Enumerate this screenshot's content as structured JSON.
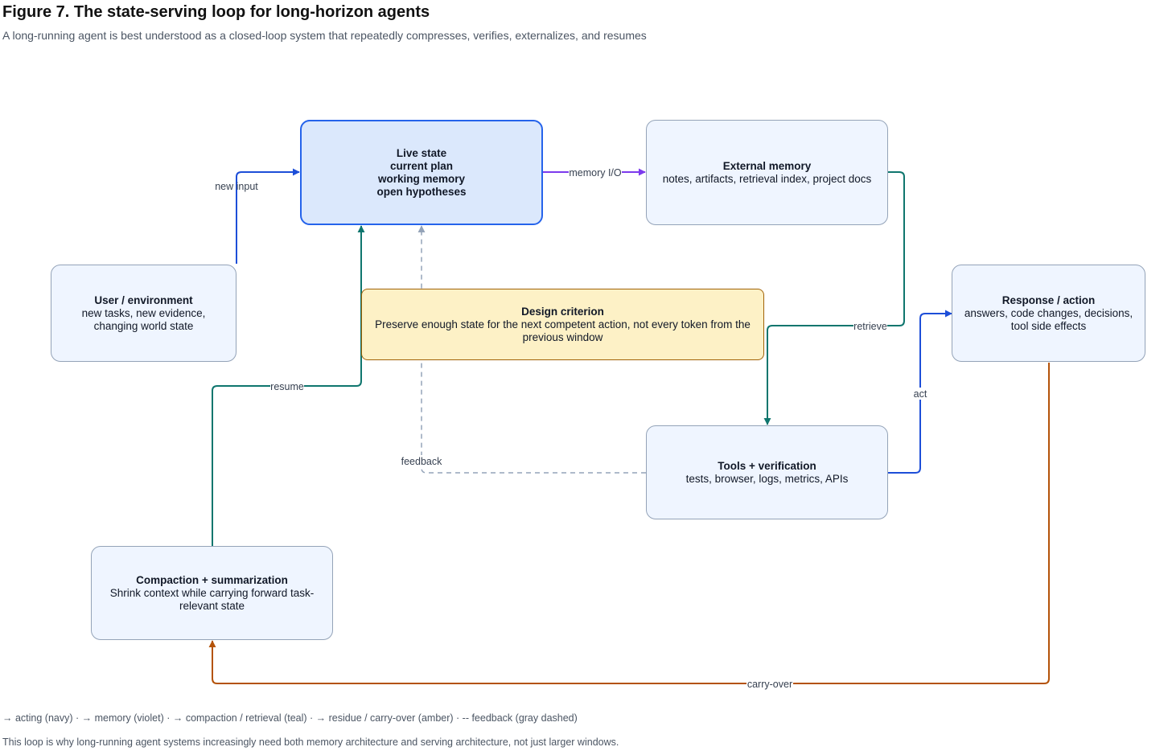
{
  "header": {
    "title": "Figure 7. The state-serving loop for long-horizon agents",
    "subtitle": "A long-running agent is best understood as a closed-loop system that repeatedly compresses, verifies, externalizes, and resumes"
  },
  "nodes": {
    "live_state": {
      "lines": [
        "Live state",
        "current plan",
        "working memory",
        "open hypotheses"
      ]
    },
    "external_memory": {
      "title": "External memory",
      "desc": "notes, artifacts, retrieval index, project docs"
    },
    "user_env": {
      "title": "User / environment",
      "desc": "new tasks, new evidence, changing world state"
    },
    "design": {
      "title": "Design criterion",
      "desc": "Preserve enough state for the next competent action, not every token from the previous window"
    },
    "response": {
      "title": "Response / action",
      "desc": "answers, code changes, decisions, tool side effects"
    },
    "tools": {
      "title": "Tools + verification",
      "desc": "tests, browser, logs, metrics, APIs"
    },
    "compaction": {
      "title": "Compaction + summarization",
      "desc": "Shrink context while carrying forward task-relevant state"
    }
  },
  "edges": {
    "new_input": "new input",
    "memory_io": "memory I/O",
    "retrieve": "retrieve",
    "act": "act",
    "feedback": "feedback",
    "resume": "resume",
    "carry_over": "carry-over"
  },
  "colors": {
    "navy": "#1d4ed8",
    "violet": "#7c3aed",
    "teal": "#0f766e",
    "amber": "#b45309",
    "gray": "#94a3b8"
  },
  "legend": "→ acting (navy) · → memory (violet) · → compaction / retrieval (teal) · → residue / carry-over (amber) · -- feedback (gray dashed)",
  "footnote": "This loop is why long-running agent systems increasingly need both memory architecture and serving architecture, not just larger windows."
}
